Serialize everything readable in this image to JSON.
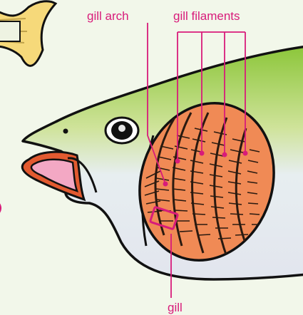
{
  "labels": {
    "gill_arch": "gill arch",
    "gill_filaments": "gill filaments",
    "gill": "gill"
  },
  "colors": {
    "background": "#f2f7ea",
    "label": "#d81b7a",
    "fish_back": "#9fcf3f",
    "fish_belly": "#e9ecf2",
    "gill_fill": "#f08a55",
    "gill_stripes": "#2a1a10",
    "mouth": "#e25a30",
    "tongue": "#f3a8c4",
    "tail": "#f6d97a"
  },
  "icons": [
    "fish-illustration",
    "eye-icon",
    "gill-detail-box"
  ]
}
